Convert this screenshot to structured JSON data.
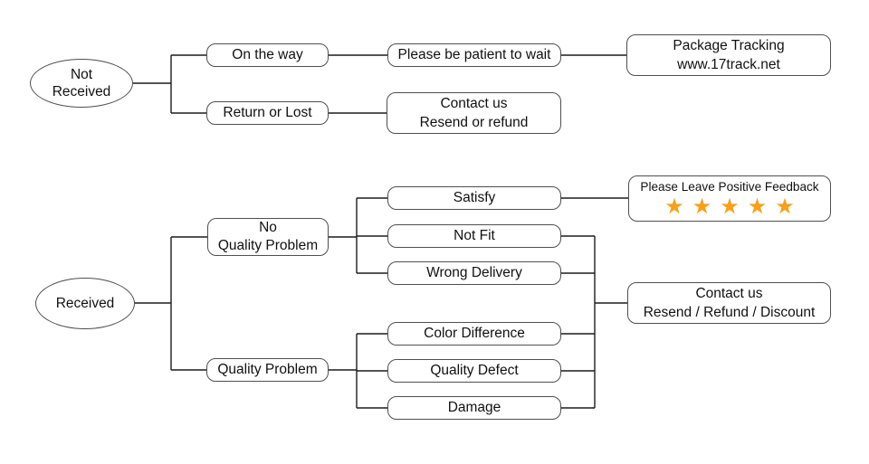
{
  "colors": {
    "background": "#ffffff",
    "line": "#1c1c1c",
    "box_border": "#4f4f4f",
    "text": "#111111",
    "star": "#f5a11d"
  },
  "icons": {
    "star": "★"
  },
  "flowchart": {
    "not_received_branch": {
      "root": {
        "lines": [
          "Not",
          "Received"
        ]
      },
      "on_the_way": {
        "lines": [
          "On the way"
        ]
      },
      "return_or_lost": {
        "lines": [
          "Return or Lost"
        ]
      },
      "be_patient": {
        "lines": [
          "Please be patient to wait"
        ]
      },
      "package_tracking": {
        "lines": [
          "Package Tracking",
          "www.17track.net"
        ]
      },
      "contact_resend_refund": {
        "lines": [
          "Contact us",
          "Resend or refund"
        ]
      }
    },
    "received_branch": {
      "root": {
        "lines": [
          "Received"
        ]
      },
      "no_quality_problem": {
        "lines": [
          "No",
          "Quality Problem"
        ]
      },
      "quality_problem": {
        "lines": [
          "Quality Problem"
        ]
      },
      "satisfy": {
        "lines": [
          "Satisfy"
        ]
      },
      "not_fit": {
        "lines": [
          "Not Fit"
        ]
      },
      "wrong_delivery": {
        "lines": [
          "Wrong Delivery"
        ]
      },
      "color_difference": {
        "lines": [
          "Color Difference"
        ]
      },
      "quality_defect": {
        "lines": [
          "Quality Defect"
        ]
      },
      "damage": {
        "lines": [
          "Damage"
        ]
      },
      "positive_feedback": {
        "lines": [
          "Please Leave Positive Feedback"
        ],
        "star_count": 5
      },
      "contact_resend_refund_discount": {
        "lines": [
          "Contact us",
          "Resend / Refund / Discount"
        ]
      }
    }
  }
}
